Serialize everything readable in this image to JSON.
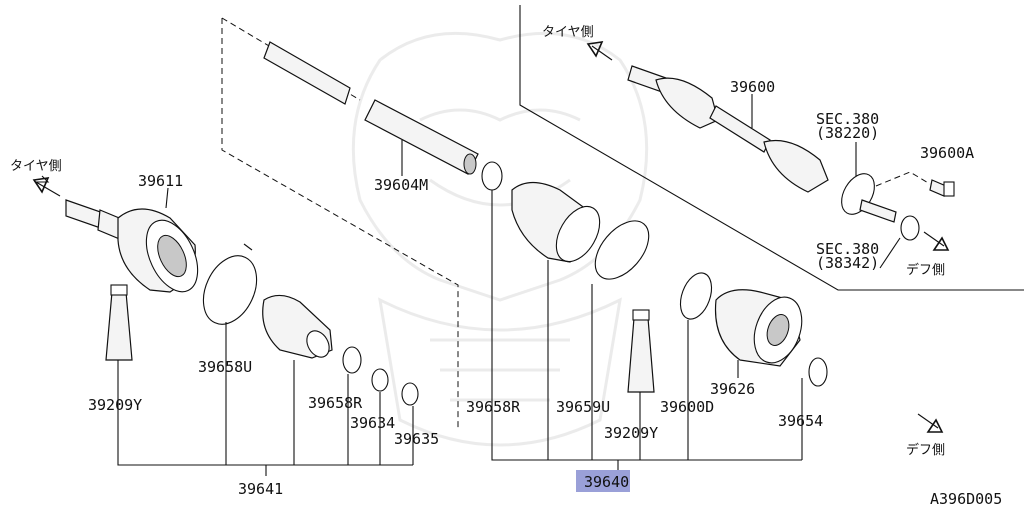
{
  "labels": {
    "p39611": "39611",
    "p39604M": "39604M",
    "p39658U": "39658U",
    "p39209Y_left": "39209Y",
    "p39658R_left": "39658R",
    "p39634": "39634",
    "p39635": "39635",
    "p39641": "39641",
    "p39658R_mid": "39658R",
    "p39659U": "39659U",
    "p39600D": "39600D",
    "p39209Y_mid": "39209Y",
    "p39626": "39626",
    "p39654": "39654",
    "p39640": "39640",
    "p39600": "39600",
    "p39600A": "39600A",
    "sec380_a": "SEC.380",
    "sec380_a_ref": "(38220)",
    "sec380_b": "SEC.380",
    "sec380_b_ref": "(38342)",
    "tire_side_left": "タイヤ側",
    "tire_side_top": "タイヤ側",
    "diff_side_right": "デフ側",
    "diff_side_bottom": "デフ側",
    "figure_code": "A396D005"
  },
  "colors": {
    "highlight": "#9aa0d8",
    "line": "#111111"
  }
}
